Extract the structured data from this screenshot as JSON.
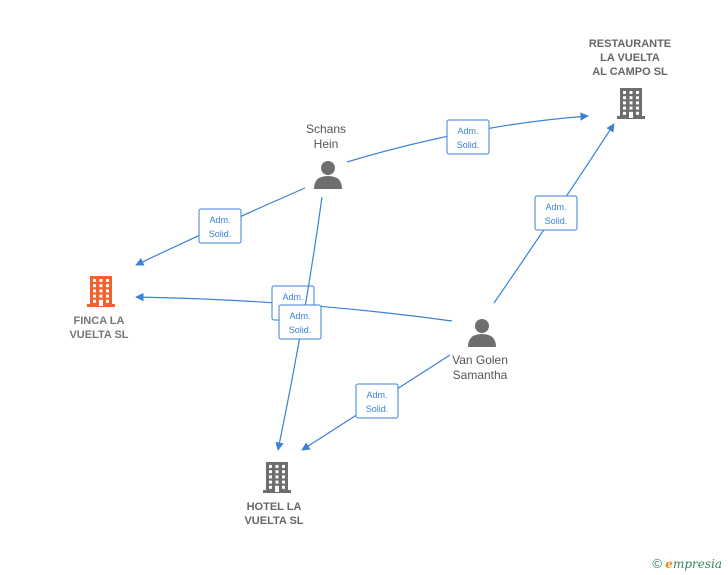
{
  "nodes": {
    "restaurante": {
      "lines": [
        "RESTAURANTE",
        "LA VUELTA",
        "AL CAMPO SL"
      ],
      "type": "company",
      "color": "#6e6e6e"
    },
    "finca": {
      "lines": [
        "FINCA LA",
        "VUELTA  SL"
      ],
      "type": "company",
      "color": "#f2622c"
    },
    "hotel": {
      "lines": [
        "HOTEL LA",
        "VUELTA  SL"
      ],
      "type": "company",
      "color": "#6e6e6e"
    },
    "schans": {
      "lines": [
        "Schans",
        "Hein"
      ],
      "type": "person",
      "color": "#6e6e6e"
    },
    "vangolen": {
      "lines": [
        "Van Golen",
        "Samantha"
      ],
      "type": "person",
      "color": "#6e6e6e"
    }
  },
  "edges": [
    {
      "from": "schans",
      "to": "restaurante",
      "label": [
        "Adm.",
        "Solid."
      ]
    },
    {
      "from": "schans",
      "to": "finca",
      "label": [
        "Adm.",
        "Solid."
      ]
    },
    {
      "from": "vangolen",
      "to": "restaurante",
      "label": [
        "Adm.",
        "Solid."
      ]
    },
    {
      "from": "vangolen",
      "to": "finca",
      "label": [
        "Adm.",
        "Solid."
      ]
    },
    {
      "from": "schans",
      "to": "hotel",
      "label": [
        "Adm.",
        "Solid."
      ]
    },
    {
      "from": "vangolen",
      "to": "hotel",
      "label": [
        "Adm.",
        "Solid."
      ]
    }
  ],
  "footer": {
    "copyright": "©",
    "brand_initial": "e",
    "brand_rest": "mpresia"
  }
}
